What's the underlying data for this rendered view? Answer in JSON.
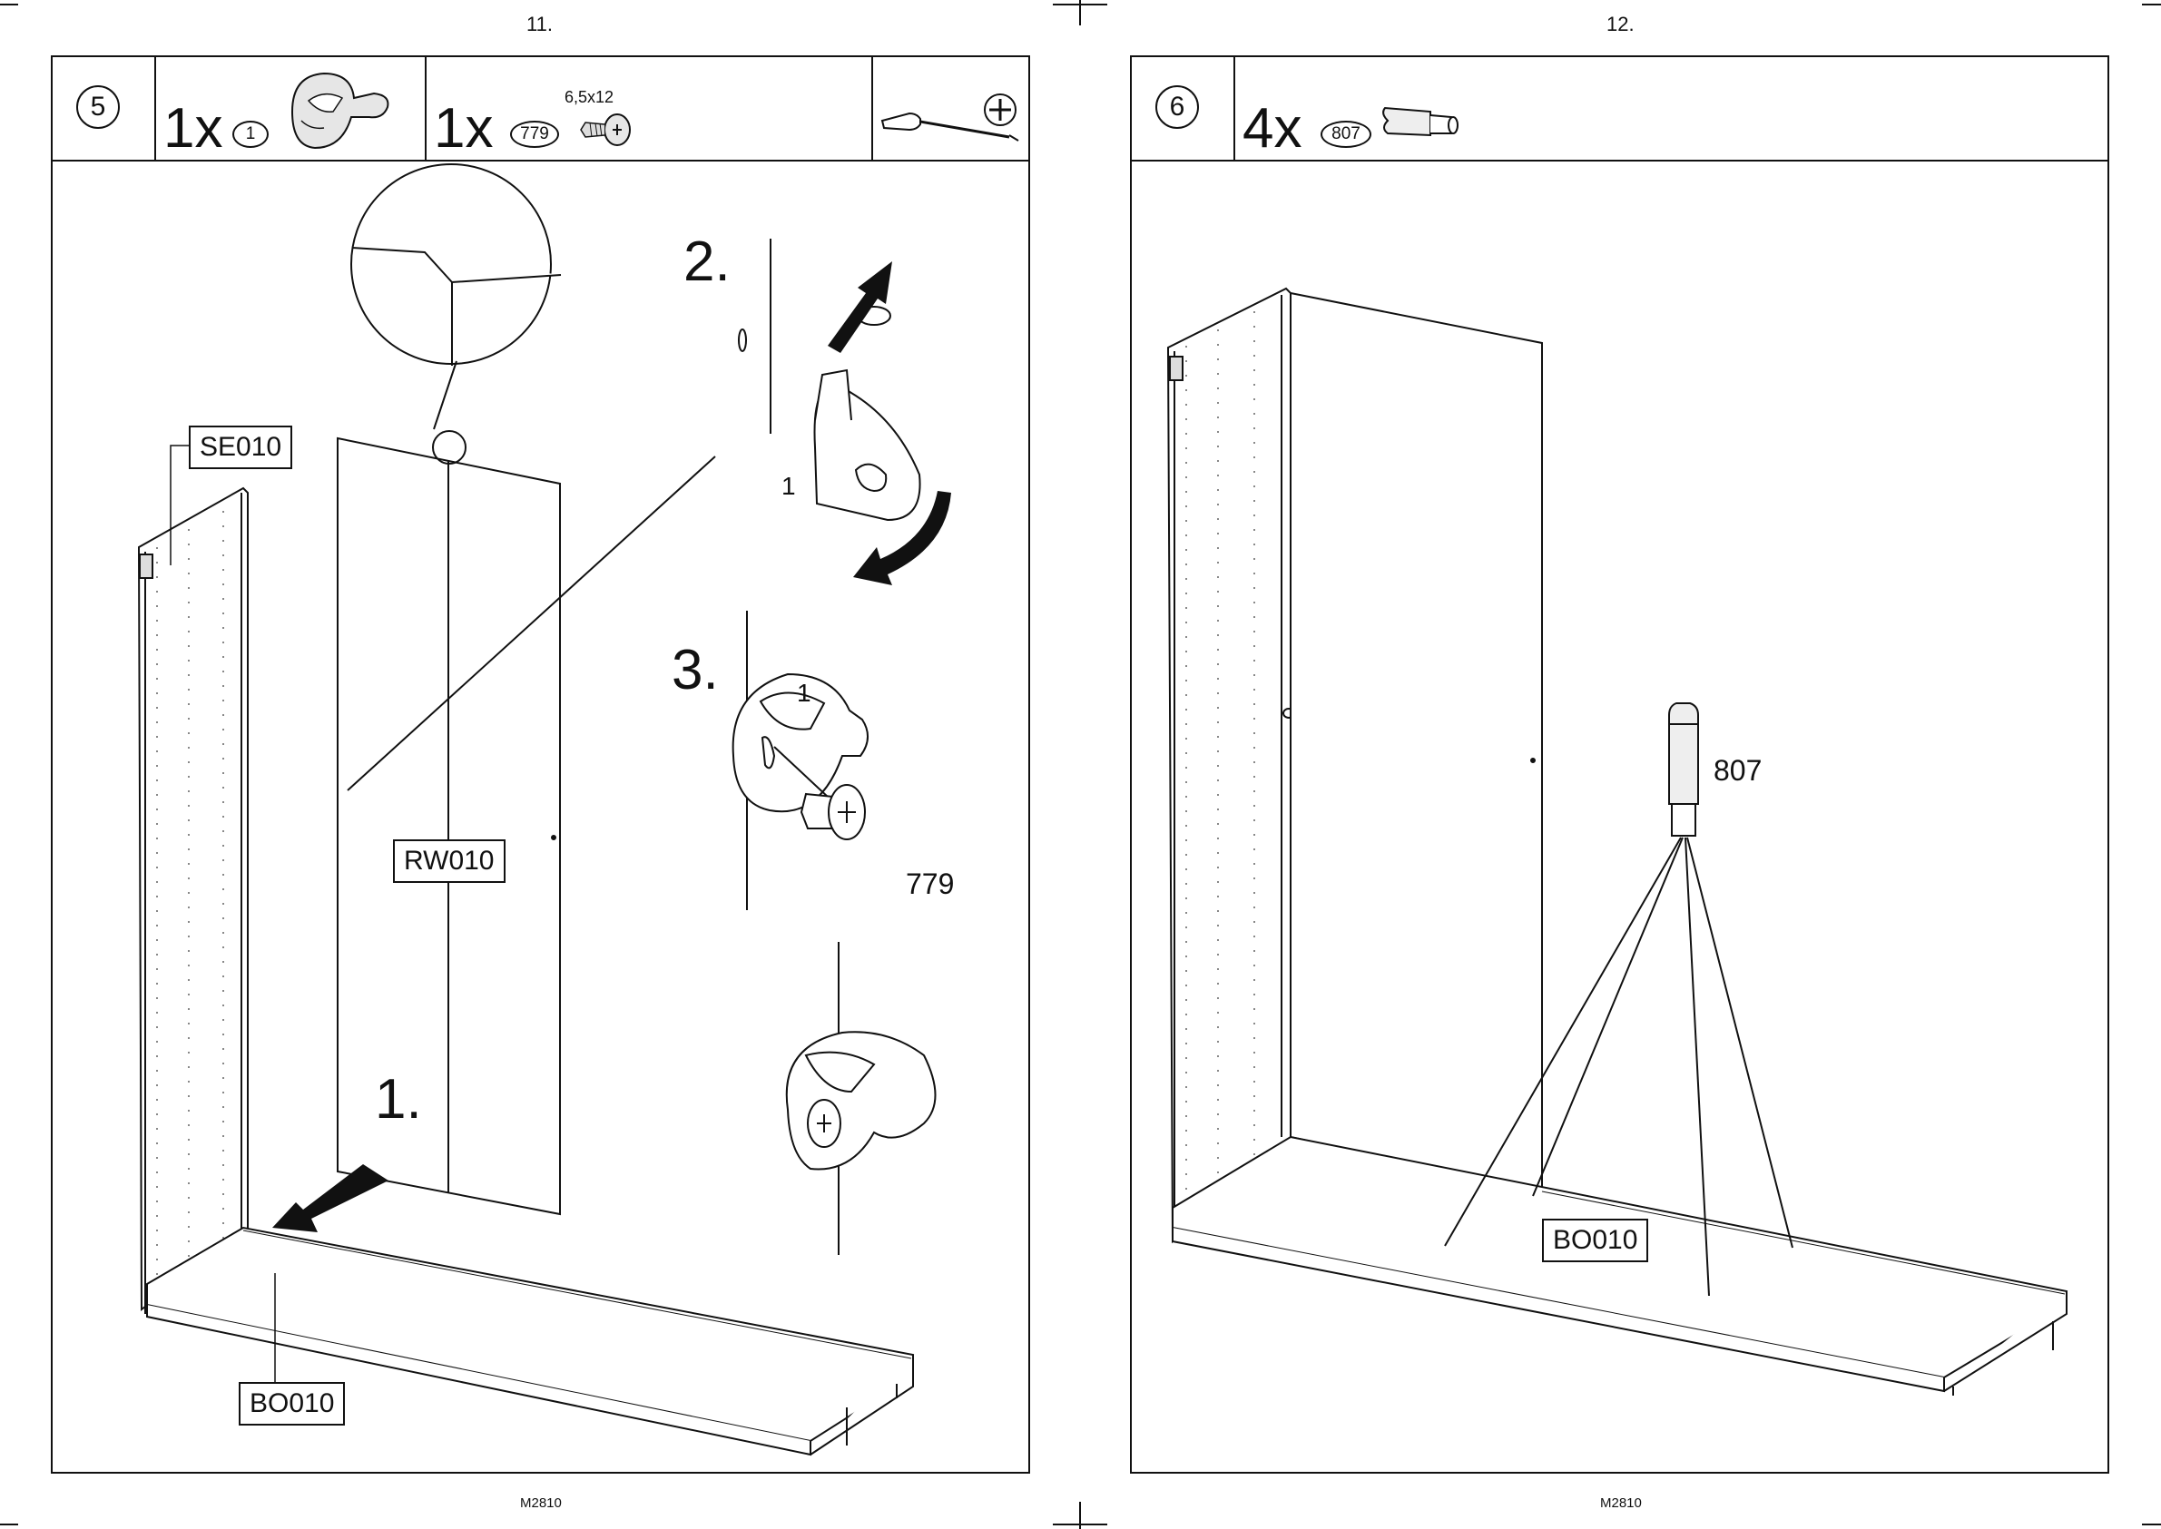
{
  "pages": [
    {
      "page_number": "11.",
      "footer_code": "M2810",
      "step_number": "5",
      "parts": [
        {
          "quantity": "1x",
          "part_id": "1"
        },
        {
          "quantity": "1x",
          "part_id": "779",
          "spec": "6,5x12"
        }
      ],
      "labels": {
        "side_panel": "SE010",
        "back_panel": "RW010",
        "bottom_panel": "BO010"
      },
      "substeps": {
        "s1": "1.",
        "s2": "2.",
        "s3": "3."
      },
      "callouts": {
        "cam_part_a": "1",
        "cam_part_b": "1",
        "screw": "779"
      },
      "icons": [
        "cam-connector-icon",
        "screw-icon",
        "screwdriver-icon",
        "phillips-icon"
      ]
    },
    {
      "page_number": "12.",
      "footer_code": "M2810",
      "step_number": "6",
      "parts": [
        {
          "quantity": "4x",
          "part_id": "807"
        }
      ],
      "labels": {
        "bottom_panel": "BO010"
      },
      "callouts": {
        "dowel": "807"
      },
      "icons": [
        "dowel-pin-icon"
      ]
    }
  ]
}
